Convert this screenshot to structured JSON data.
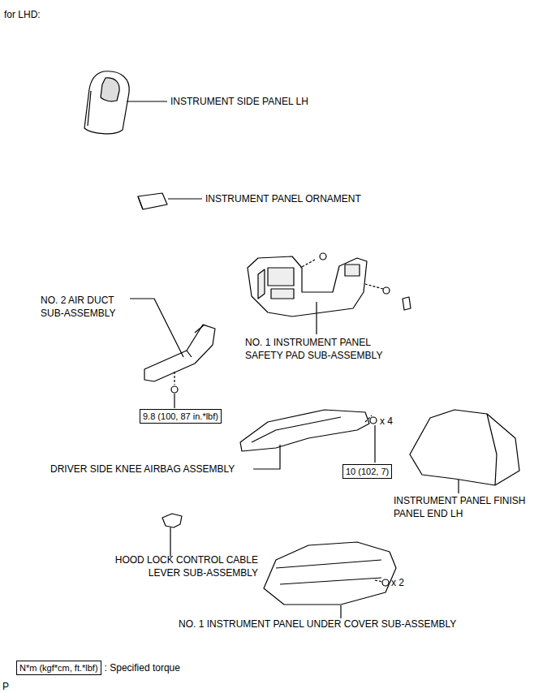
{
  "diagram": {
    "nodes": [
      {
        "text": [
          "9.8 (100, 87 in.*lbf)"
        ]
      },
      {
        "text": [
          "10 (102, 7)"
        ]
      },
      {
        "text": [
          "N*m (kgf*cm, ft.*lbf)"
        ]
      }
    ],
    "labels": [
      "for LHD:",
      "INSTRUMENT SIDE PANEL LH",
      "INSTRUMENT PANEL ORNAMENT",
      "NO. 2 AIR DUCT SUB-ASSEMBLY",
      "NO. 1 INSTRUMENT PANEL SAFETY PAD SUB-ASSEMBLY",
      "x 4",
      "DRIVER SIDE KNEE AIRBAG ASSEMBLY",
      "INSTRUMENT PANEL FINISH PANEL END LH",
      "HOOD LOCK CONTROL CABLE LEVER SUB-ASSEMBLY",
      "x 2",
      "NO. 1 INSTRUMENT PANEL UNDER COVER SUB-ASSEMBLY",
      ": Specified torque",
      "P"
    ]
  }
}
